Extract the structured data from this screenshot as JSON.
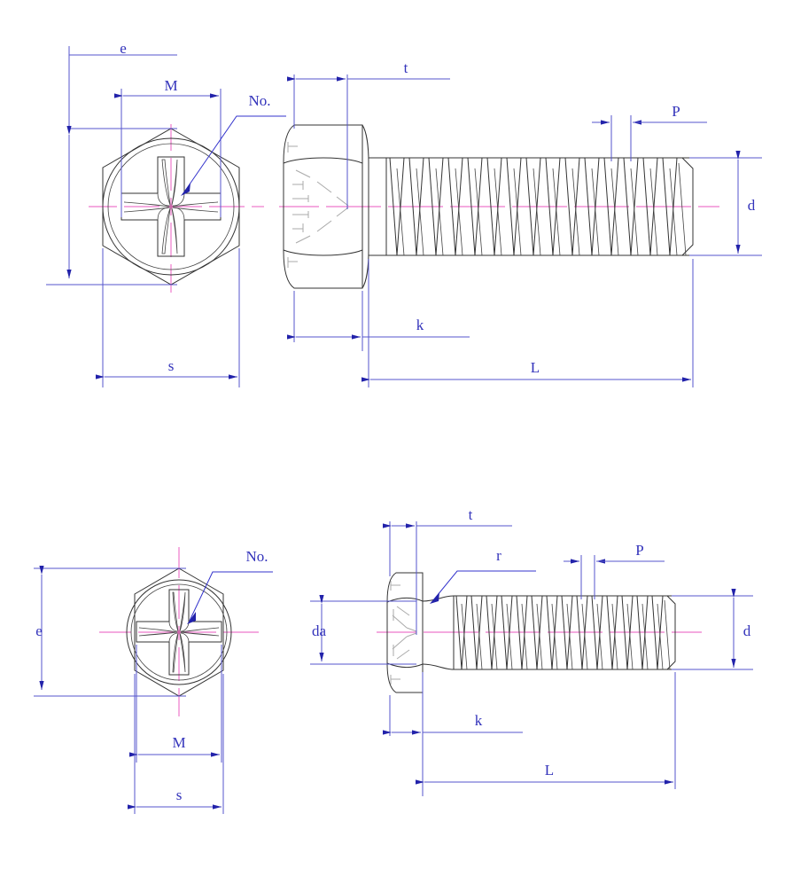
{
  "drawing": {
    "title": "Hex Head Bolt with Phillips Cross Recess — Dimensioned Technical Drawing",
    "colors": {
      "dimension": "#3333bb",
      "dimension_line": "#5555cc",
      "centerline": "#ee77cc",
      "object_line": "#333333",
      "hidden_line": "#aaaaaa",
      "background": "#ffffff"
    },
    "views": [
      {
        "id": "top-assembly",
        "name": "upper-drawing",
        "front_view": {
          "id": "top-front-view",
          "description": "hex-head-end-view-with-phillips-recess",
          "labels": [
            {
              "key": "e",
              "text": "e",
              "type": "vertical-dimension",
              "meaning": "width across corners"
            },
            {
              "key": "M",
              "text": "M",
              "type": "horizontal-dimension",
              "meaning": "cross recess width"
            },
            {
              "key": "No.",
              "text": "No.",
              "type": "leader-note",
              "meaning": "driver recess number"
            },
            {
              "key": "s",
              "text": "s",
              "type": "horizontal-dimension",
              "meaning": "width across flats"
            }
          ]
        },
        "side_view": {
          "id": "top-side-view",
          "description": "hex-head-bolt-side-elevation-with-threads",
          "labels": [
            {
              "key": "t",
              "text": "t",
              "type": "horizontal-dimension",
              "meaning": "recess depth"
            },
            {
              "key": "k",
              "text": "k",
              "type": "horizontal-dimension",
              "meaning": "head height"
            },
            {
              "key": "L",
              "text": "L",
              "type": "horizontal-dimension",
              "meaning": "overall length"
            },
            {
              "key": "P",
              "text": "P",
              "type": "horizontal-dimension",
              "meaning": "thread pitch"
            },
            {
              "key": "d",
              "text": "d",
              "type": "vertical-dimension",
              "meaning": "thread major diameter"
            }
          ]
        }
      },
      {
        "id": "bottom-assembly",
        "name": "lower-drawing",
        "front_view": {
          "id": "bottom-front-view",
          "description": "hex-head-end-view-with-phillips-recess",
          "labels": [
            {
              "key": "e",
              "text": "e",
              "type": "vertical-dimension",
              "meaning": "width across corners"
            },
            {
              "key": "No.",
              "text": "No.",
              "type": "leader-note",
              "meaning": "driver recess number"
            },
            {
              "key": "M",
              "text": "M",
              "type": "horizontal-dimension",
              "meaning": "cross recess width"
            },
            {
              "key": "s",
              "text": "s",
              "type": "horizontal-dimension",
              "meaning": "width across flats"
            }
          ]
        },
        "side_view": {
          "id": "bottom-side-view",
          "description": "hex-head-bolt-side-elevation-with-threads-and-fillet",
          "labels": [
            {
              "key": "t",
              "text": "t",
              "type": "horizontal-dimension",
              "meaning": "recess depth"
            },
            {
              "key": "r",
              "text": "r",
              "type": "leader-note",
              "meaning": "underhead fillet radius"
            },
            {
              "key": "P",
              "text": "P",
              "type": "horizontal-dimension",
              "meaning": "thread pitch"
            },
            {
              "key": "da",
              "text": "da",
              "type": "vertical-dimension",
              "meaning": "transition diameter"
            },
            {
              "key": "d",
              "text": "d",
              "type": "vertical-dimension",
              "meaning": "thread major diameter"
            },
            {
              "key": "k",
              "text": "k",
              "type": "horizontal-dimension",
              "meaning": "head height"
            },
            {
              "key": "L",
              "text": "L",
              "type": "horizontal-dimension",
              "meaning": "overall length"
            }
          ]
        }
      }
    ],
    "dimension_texts": {
      "top_e": "e",
      "top_M": "M",
      "top_No": "No.",
      "top_s": "s",
      "top_t": "t",
      "top_k": "k",
      "top_L": "L",
      "top_P": "P",
      "top_d": "d",
      "bot_e": "e",
      "bot_No": "No.",
      "bot_M": "M",
      "bot_s": "s",
      "bot_t": "t",
      "bot_r": "r",
      "bot_P": "P",
      "bot_da": "da",
      "bot_d": "d",
      "bot_k": "k",
      "bot_L": "L"
    }
  }
}
